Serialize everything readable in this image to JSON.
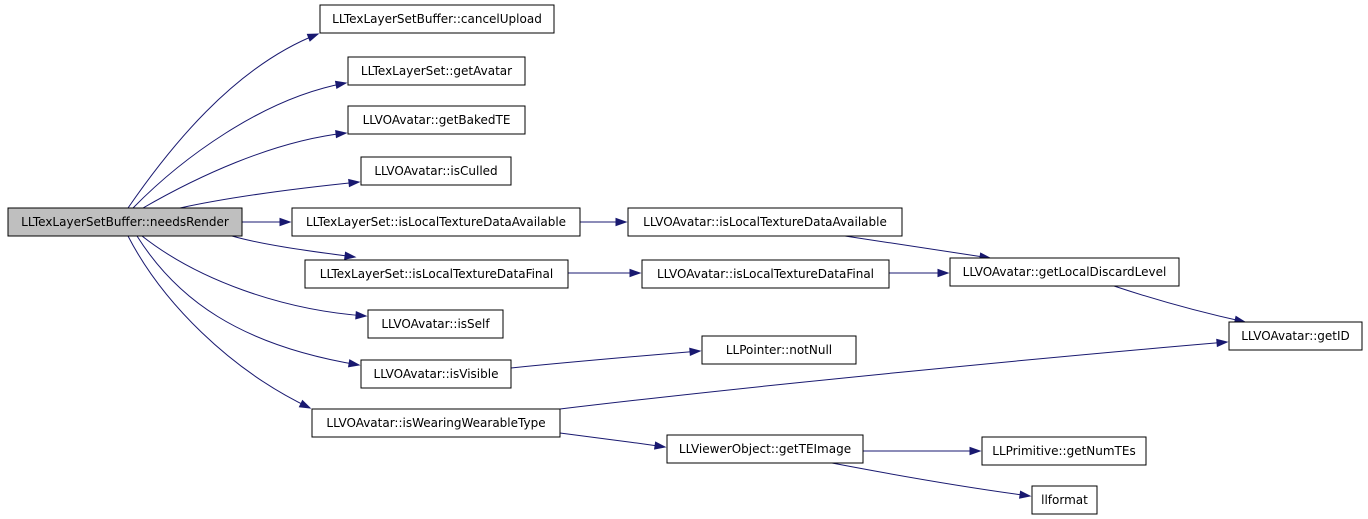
{
  "diagram": {
    "nodes": [
      {
        "id": "root",
        "label": "LLTexLayerSetBuffer::needsRender",
        "root": true
      },
      {
        "id": "cancelUpload",
        "label": "LLTexLayerSetBuffer::cancelUpload"
      },
      {
        "id": "getAvatar",
        "label": "LLTexLayerSet::getAvatar"
      },
      {
        "id": "getBakedTE",
        "label": "LLVOAvatar::getBakedTE"
      },
      {
        "id": "isCulled",
        "label": "LLVOAvatar::isCulled"
      },
      {
        "id": "lts_isLTDA",
        "label": "LLTexLayerSet::isLocalTextureDataAvailable"
      },
      {
        "id": "vo_isLTDA",
        "label": "LLVOAvatar::isLocalTextureDataAvailable"
      },
      {
        "id": "lts_isLTDF",
        "label": "LLTexLayerSet::isLocalTextureDataFinal"
      },
      {
        "id": "vo_isLTDF",
        "label": "LLVOAvatar::isLocalTextureDataFinal"
      },
      {
        "id": "getLDL",
        "label": "LLVOAvatar::getLocalDiscardLevel"
      },
      {
        "id": "isSelf",
        "label": "LLVOAvatar::isSelf"
      },
      {
        "id": "getID",
        "label": "LLVOAvatar::getID"
      },
      {
        "id": "isVisible",
        "label": "LLVOAvatar::isVisible"
      },
      {
        "id": "notNull",
        "label": "LLPointer::notNull"
      },
      {
        "id": "isWWT",
        "label": "LLVOAvatar::isWearingWearableType"
      },
      {
        "id": "getTEImage",
        "label": "LLViewerObject::getTEImage"
      },
      {
        "id": "getNumTEs",
        "label": "LLPrimitive::getNumTEs"
      },
      {
        "id": "llformat",
        "label": "llformat"
      }
    ],
    "edges": [
      {
        "from": "root",
        "to": "cancelUpload"
      },
      {
        "from": "root",
        "to": "getAvatar"
      },
      {
        "from": "root",
        "to": "getBakedTE"
      },
      {
        "from": "root",
        "to": "isCulled"
      },
      {
        "from": "root",
        "to": "lts_isLTDA"
      },
      {
        "from": "root",
        "to": "lts_isLTDF"
      },
      {
        "from": "root",
        "to": "isSelf"
      },
      {
        "from": "root",
        "to": "isVisible"
      },
      {
        "from": "root",
        "to": "isWWT"
      },
      {
        "from": "lts_isLTDA",
        "to": "vo_isLTDA"
      },
      {
        "from": "vo_isLTDA",
        "to": "getLDL"
      },
      {
        "from": "lts_isLTDF",
        "to": "vo_isLTDF"
      },
      {
        "from": "vo_isLTDF",
        "to": "getLDL"
      },
      {
        "from": "getLDL",
        "to": "getID"
      },
      {
        "from": "isVisible",
        "to": "notNull"
      },
      {
        "from": "isWWT",
        "to": "getID"
      },
      {
        "from": "isWWT",
        "to": "getTEImage"
      },
      {
        "from": "getTEImage",
        "to": "getNumTEs"
      },
      {
        "from": "getTEImage",
        "to": "llformat"
      }
    ]
  },
  "colors": {
    "edge": "#191970",
    "root_fill": "#bfbfbf",
    "node_fill": "#ffffff",
    "node_stroke": "#000000"
  }
}
